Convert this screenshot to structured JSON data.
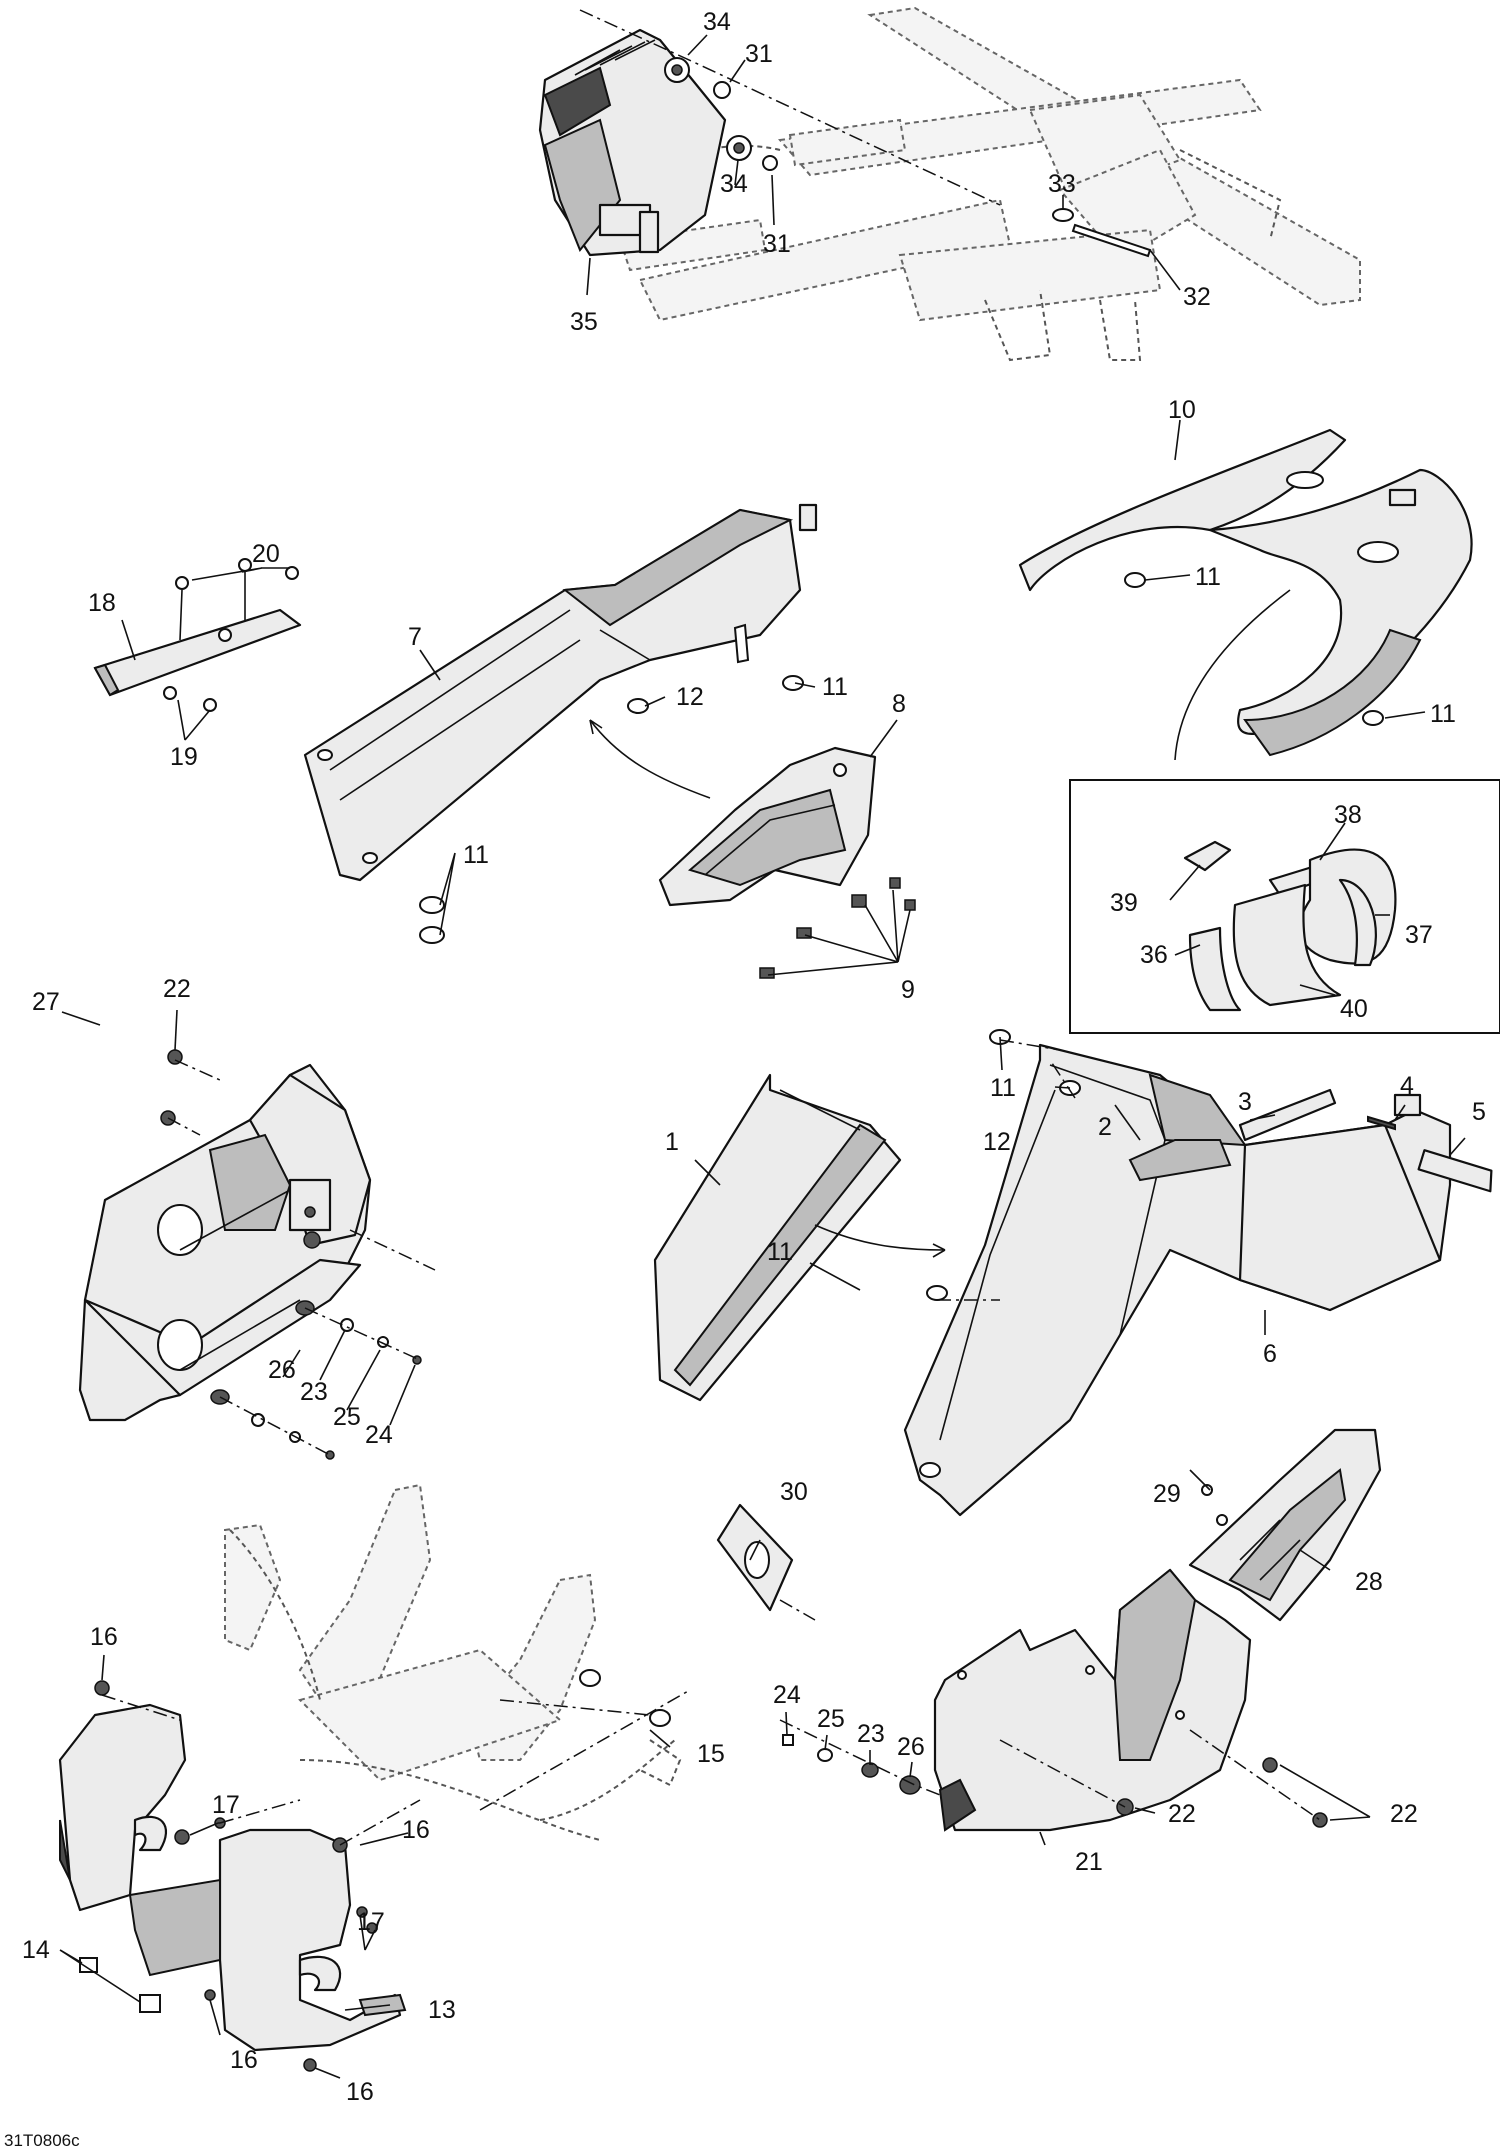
{
  "drawing_ref": "31T0806c",
  "callouts": [
    {
      "id": "c34a",
      "text": "34"
    },
    {
      "id": "c31a",
      "text": "31"
    },
    {
      "id": "c34b",
      "text": "34"
    },
    {
      "id": "c31b",
      "text": "31"
    },
    {
      "id": "c33",
      "text": "33"
    },
    {
      "id": "c32",
      "text": "32"
    },
    {
      "id": "c35",
      "text": "35"
    },
    {
      "id": "c10",
      "text": "10"
    },
    {
      "id": "c11a",
      "text": "11"
    },
    {
      "id": "c11b",
      "text": "11"
    },
    {
      "id": "c20",
      "text": "20"
    },
    {
      "id": "c18",
      "text": "18"
    },
    {
      "id": "c19",
      "text": "19"
    },
    {
      "id": "c7",
      "text": "7"
    },
    {
      "id": "c11c",
      "text": "11"
    },
    {
      "id": "c12a",
      "text": "12"
    },
    {
      "id": "c8",
      "text": "8"
    },
    {
      "id": "c11d",
      "text": "11"
    },
    {
      "id": "c9",
      "text": "9"
    },
    {
      "id": "c38",
      "text": "38"
    },
    {
      "id": "c39",
      "text": "39"
    },
    {
      "id": "c37",
      "text": "37"
    },
    {
      "id": "c36",
      "text": "36"
    },
    {
      "id": "c40",
      "text": "40"
    },
    {
      "id": "c22a",
      "text": "22"
    },
    {
      "id": "c27",
      "text": "27"
    },
    {
      "id": "c26a",
      "text": "26"
    },
    {
      "id": "c23a",
      "text": "23"
    },
    {
      "id": "c25a",
      "text": "25"
    },
    {
      "id": "c24a",
      "text": "24"
    },
    {
      "id": "c11e",
      "text": "11"
    },
    {
      "id": "c3",
      "text": "3"
    },
    {
      "id": "c4",
      "text": "4"
    },
    {
      "id": "c5",
      "text": "5"
    },
    {
      "id": "c1",
      "text": "1"
    },
    {
      "id": "c12b",
      "text": "12"
    },
    {
      "id": "c2",
      "text": "2"
    },
    {
      "id": "c6",
      "text": "6"
    },
    {
      "id": "c11f",
      "text": "11"
    },
    {
      "id": "c30",
      "text": "30"
    },
    {
      "id": "c29",
      "text": "29"
    },
    {
      "id": "c28",
      "text": "28"
    },
    {
      "id": "c16a",
      "text": "16"
    },
    {
      "id": "c17a",
      "text": "17"
    },
    {
      "id": "c15",
      "text": "15"
    },
    {
      "id": "c16b",
      "text": "16"
    },
    {
      "id": "c24b",
      "text": "24"
    },
    {
      "id": "c25b",
      "text": "25"
    },
    {
      "id": "c23b",
      "text": "23"
    },
    {
      "id": "c26b",
      "text": "26"
    },
    {
      "id": "c22b",
      "text": "22"
    },
    {
      "id": "c22c",
      "text": "22"
    },
    {
      "id": "c21",
      "text": "21"
    },
    {
      "id": "c17b",
      "text": "17"
    },
    {
      "id": "c14",
      "text": "14"
    },
    {
      "id": "c13",
      "text": "13"
    },
    {
      "id": "c16c",
      "text": "16"
    },
    {
      "id": "c16d",
      "text": "16"
    }
  ]
}
